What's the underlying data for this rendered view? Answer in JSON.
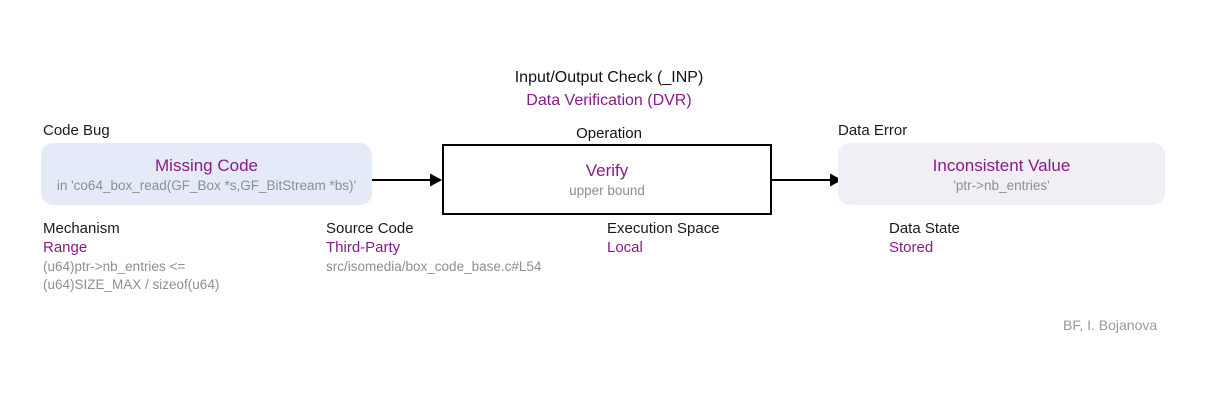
{
  "header": {
    "operation_class": "Input/Output Check (_INP)",
    "bug_class": "Data Verification (DVR)"
  },
  "nodes": {
    "bug": {
      "category_label": "Code Bug",
      "title": "Missing Code",
      "subtitle": "in 'co64_box_read(GF_Box *s,GF_BitStream *bs)'"
    },
    "operation": {
      "category_label": "Operation",
      "title": "Verify",
      "subtitle": "upper bound"
    },
    "error": {
      "category_label": "Data Error",
      "title": "Inconsistent Value",
      "subtitle": "'ptr->nb_entries'"
    }
  },
  "attributes": [
    {
      "label": "Mechanism",
      "value": "Range",
      "detail": "(u64)ptr->nb_entries <=\n(u64)SIZE_MAX / sizeof(u64)"
    },
    {
      "label": "Source Code",
      "value": "Third-Party",
      "detail": "src/isomedia/box_code_base.c#L54"
    },
    {
      "label": "Execution Space",
      "value": "Local",
      "detail": ""
    },
    {
      "label": "Data State",
      "value": "Stored",
      "detail": ""
    }
  ],
  "footer": {
    "attribution": "BF, I. Bojanova"
  },
  "colors": {
    "accent_purple": "#8a1a8a",
    "bug_node_fill": "#e4eaf7",
    "error_node_fill": "#f1eef6",
    "muted_text": "#8e8e93",
    "arrow": "#000000",
    "background": "#ffffff"
  }
}
